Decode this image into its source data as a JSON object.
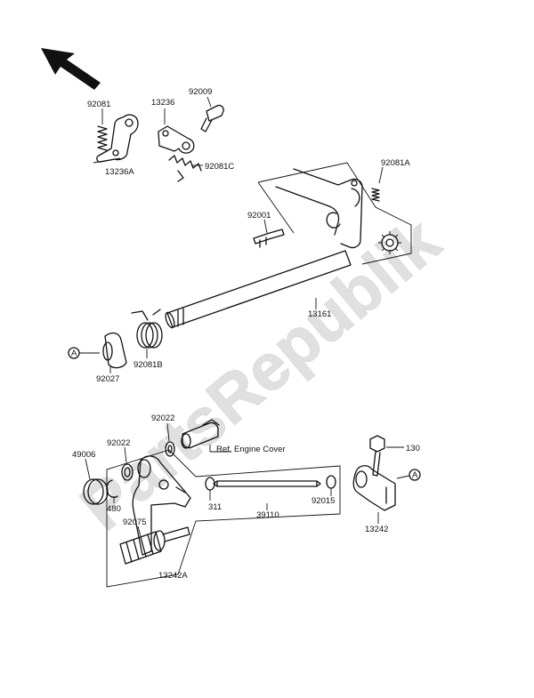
{
  "watermark": "PartsRepublik",
  "ref_note": "Ref.  Engine Cover",
  "circle_ref": "A",
  "part_numbers": {
    "p92081": "92081",
    "p13236": "13236",
    "p92009": "92009",
    "p92081c": "92081C",
    "p13236a": "13236A",
    "p92081a": "92081A",
    "p92001": "92001",
    "p13161": "13161",
    "p92081b": "92081B",
    "p92027": "92027",
    "p92022a": "92022",
    "p92022b": "92022",
    "p49006": "49006",
    "p480": "480",
    "p92075": "92075",
    "p13242a": "13242A",
    "p311": "311",
    "p39110": "39110",
    "p92015": "92015",
    "p130": "130",
    "p13242": "13242"
  }
}
